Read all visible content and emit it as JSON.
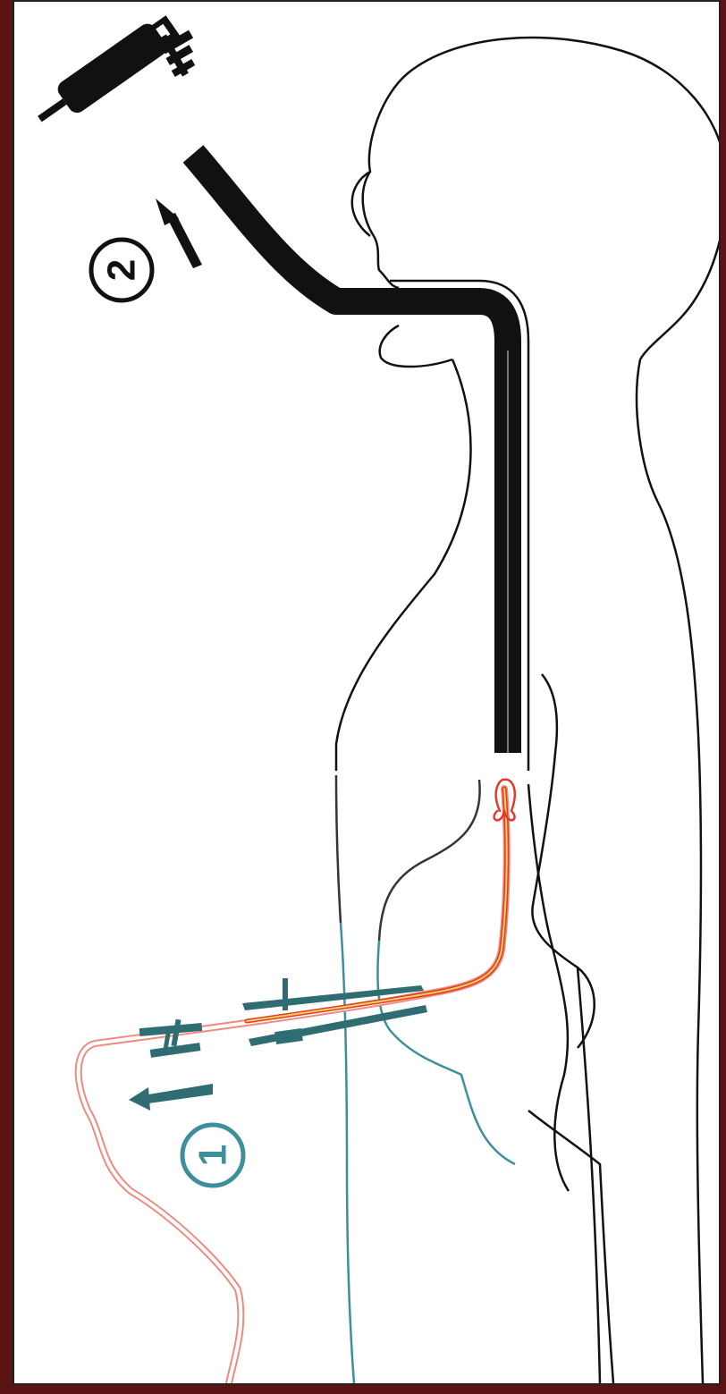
{
  "diagram": {
    "step_markers": [
      {
        "id": "step-1",
        "label": "1"
      },
      {
        "id": "step-2",
        "label": "2"
      }
    ],
    "colors": {
      "background_border": "#5a1414",
      "outline_upper": "#111111",
      "outline_lower": "#3d8f9a",
      "endoscope": "#111111",
      "wire_outer": "#f08a80",
      "wire_inner": "#f3d35a",
      "wire_core": "#e23a2a",
      "instrument_lower": "#2f6d72"
    }
  }
}
